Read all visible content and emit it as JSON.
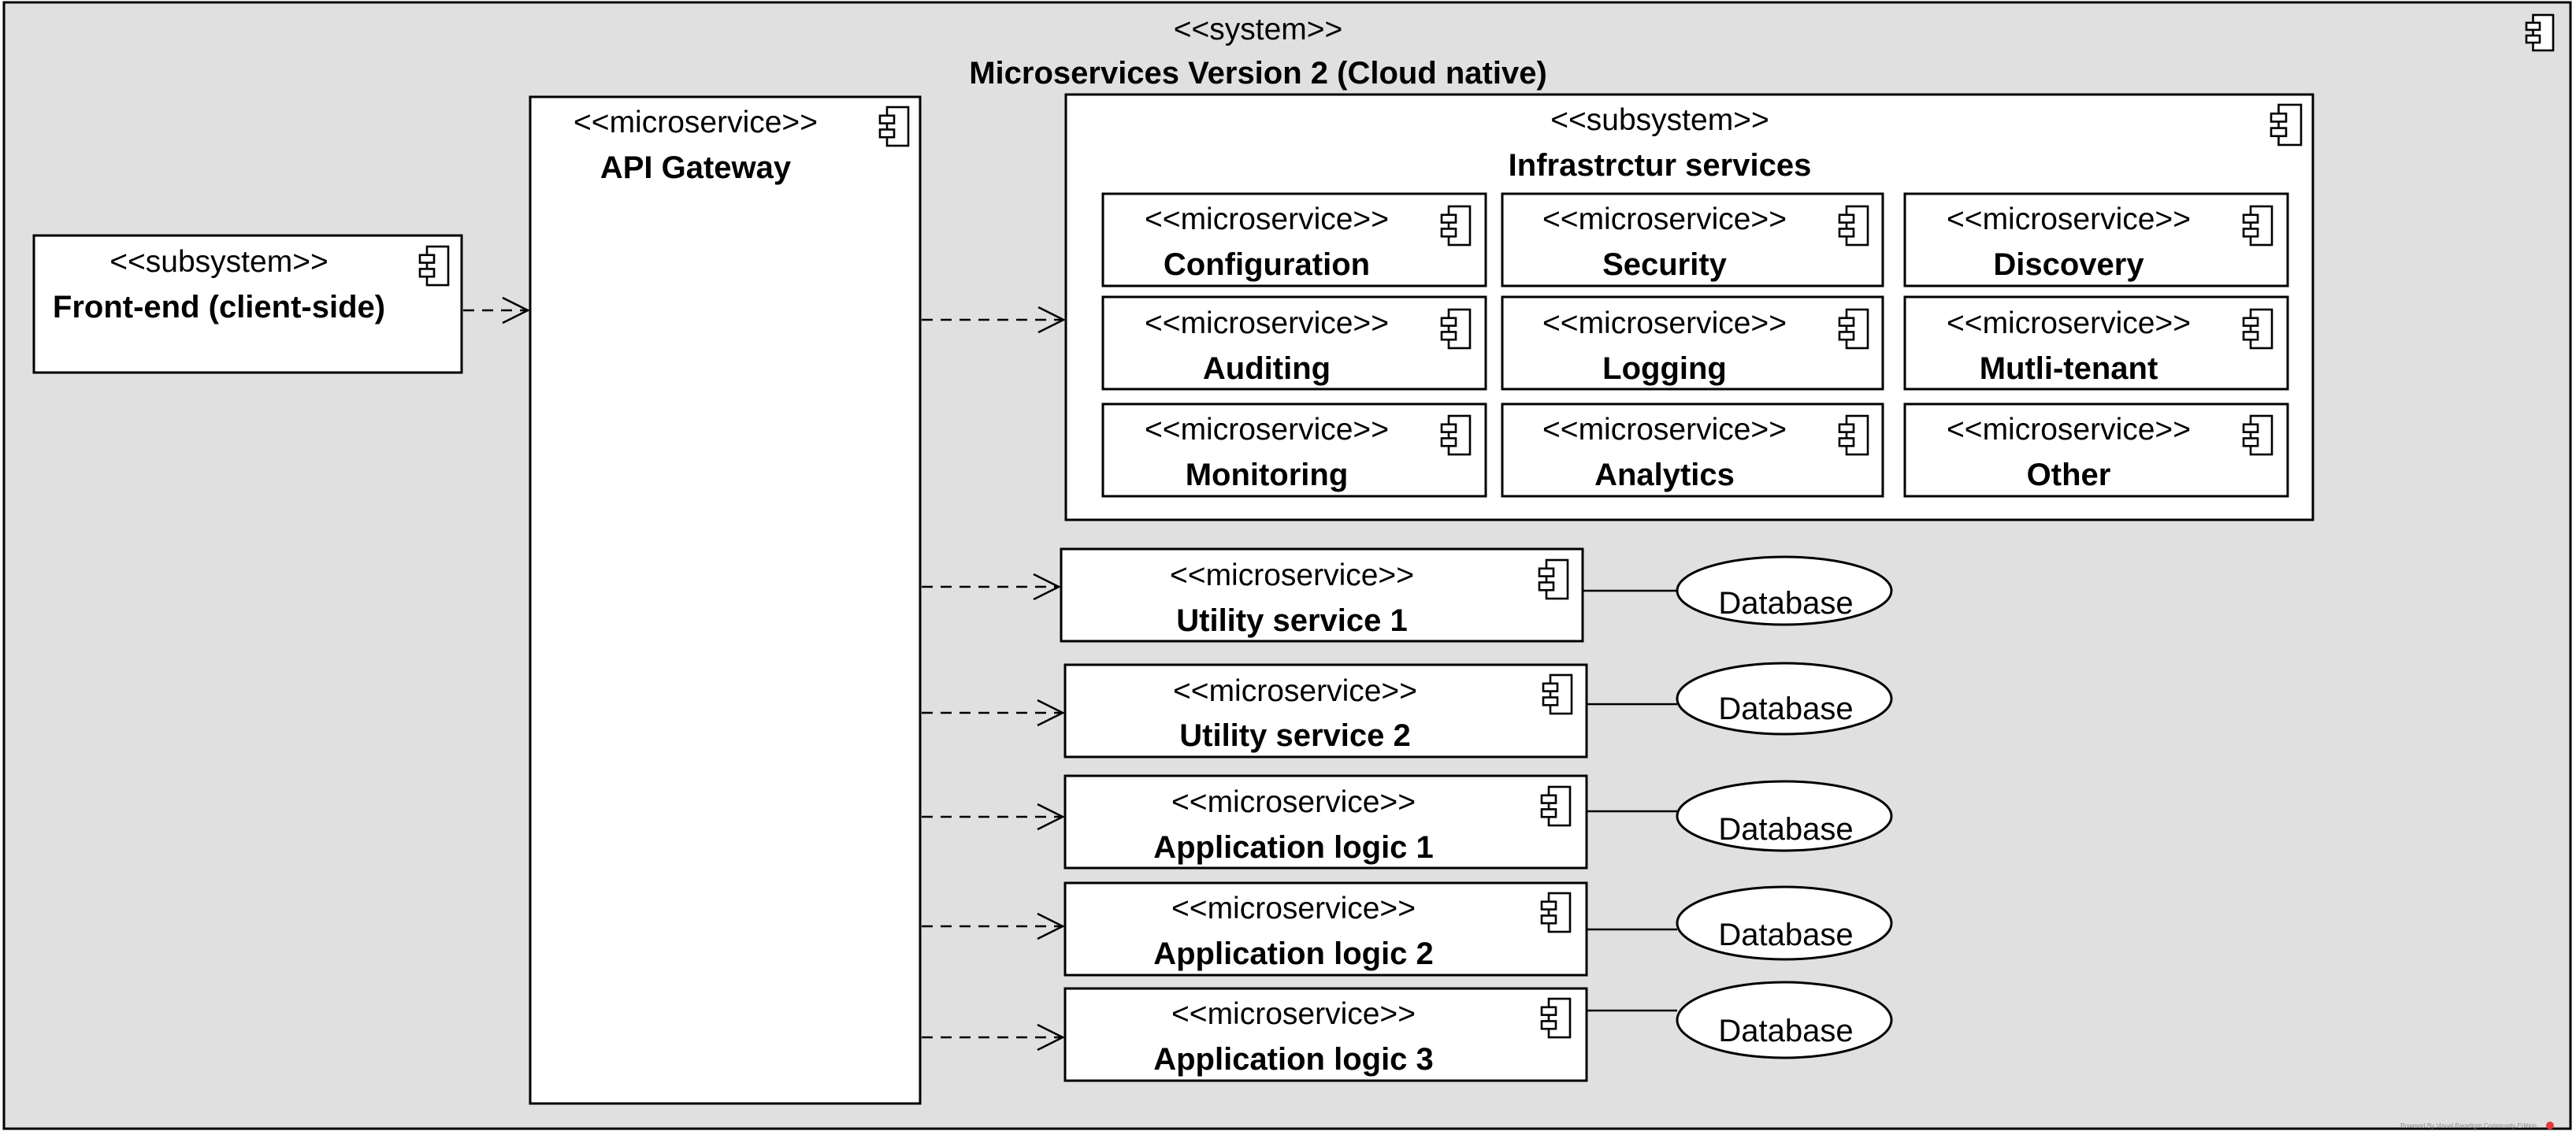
{
  "system": {
    "stereotype": "<<system>>",
    "name": "Microservices Version 2 (Cloud native)"
  },
  "frontend": {
    "stereotype": "<<subsystem>>",
    "name": "Front-end (client-side)"
  },
  "gateway": {
    "stereotype": "<<microservice>>",
    "name": "API Gateway"
  },
  "infra": {
    "stereotype": "<<subsystem>>",
    "name": "Infrastrctur services",
    "services": [
      {
        "stereotype": "<<microservice>>",
        "name": "Configuration"
      },
      {
        "stereotype": "<<microservice>>",
        "name": "Security"
      },
      {
        "stereotype": "<<microservice>>",
        "name": "Discovery"
      },
      {
        "stereotype": "<<microservice>>",
        "name": "Auditing"
      },
      {
        "stereotype": "<<microservice>>",
        "name": "Logging"
      },
      {
        "stereotype": "<<microservice>>",
        "name": "Mutli-tenant"
      },
      {
        "stereotype": "<<microservice>>",
        "name": "Monitoring"
      },
      {
        "stereotype": "<<microservice>>",
        "name": "Analytics"
      },
      {
        "stereotype": "<<microservice>>",
        "name": "Other"
      }
    ]
  },
  "services": [
    {
      "stereotype": "<<microservice>>",
      "name": "Utility service 1",
      "db": "Database"
    },
    {
      "stereotype": "<<microservice>>",
      "name": "Utility service 2",
      "db": "Database"
    },
    {
      "stereotype": "<<microservice>>",
      "name": "Application logic 1",
      "db": "Database"
    },
    {
      "stereotype": "<<microservice>>",
      "name": "Application logic 2",
      "db": "Database"
    },
    {
      "stereotype": "<<microservice>>",
      "name": "Application logic 3",
      "db": "Database"
    }
  ],
  "watermark": "Powered By Visual Paradigm Community Edition",
  "colors": {
    "system_fill": "#e0e0e0",
    "box_fill": "#ffffff",
    "stroke": "#000000"
  },
  "icons": {
    "component": "uml-component-icon"
  }
}
